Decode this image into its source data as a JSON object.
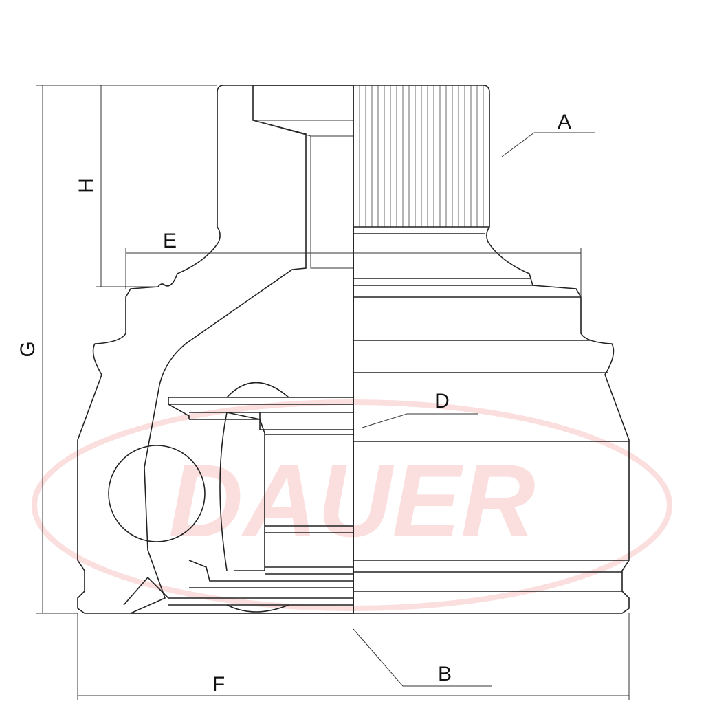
{
  "watermark": {
    "text": "DAUER",
    "color": "#fbdede"
  },
  "labels": {
    "A": "A",
    "B": "B",
    "D": "D",
    "E": "E",
    "F": "F",
    "G": "G",
    "H": "H"
  },
  "colors": {
    "line": "#222222",
    "background": "#ffffff"
  }
}
